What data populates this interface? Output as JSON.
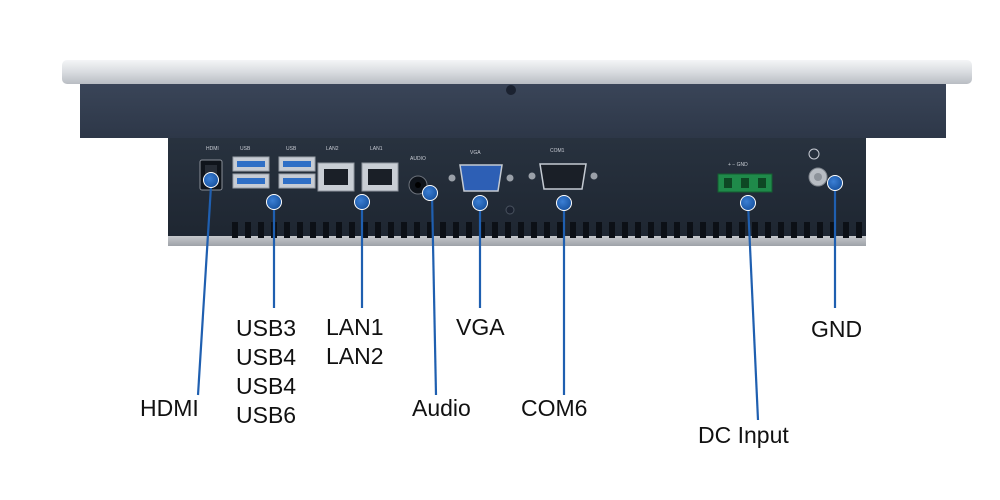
{
  "device": {
    "port_silkscreen": {
      "hdmi": "HDMI",
      "usb_left": "USB",
      "usb_right": "USB",
      "lan2": "LAN2",
      "lan1": "LAN1",
      "audio": "AUDIO",
      "vga": "VGA",
      "com1": "COM1",
      "dc": "+  −  GND"
    }
  },
  "callouts": {
    "hdmi": "HDMI",
    "usb": [
      "USB3",
      "USB4",
      "USB4",
      "USB6"
    ],
    "lan": [
      "LAN1",
      "LAN2"
    ],
    "audio": "Audio",
    "vga": "VGA",
    "com": "COM6",
    "dc_input": "DC Input",
    "gnd": "GND"
  },
  "colors": {
    "callout_line": "#1f5fb0",
    "panel_body": "#2b3646",
    "bezel": "#e6e8eb"
  }
}
